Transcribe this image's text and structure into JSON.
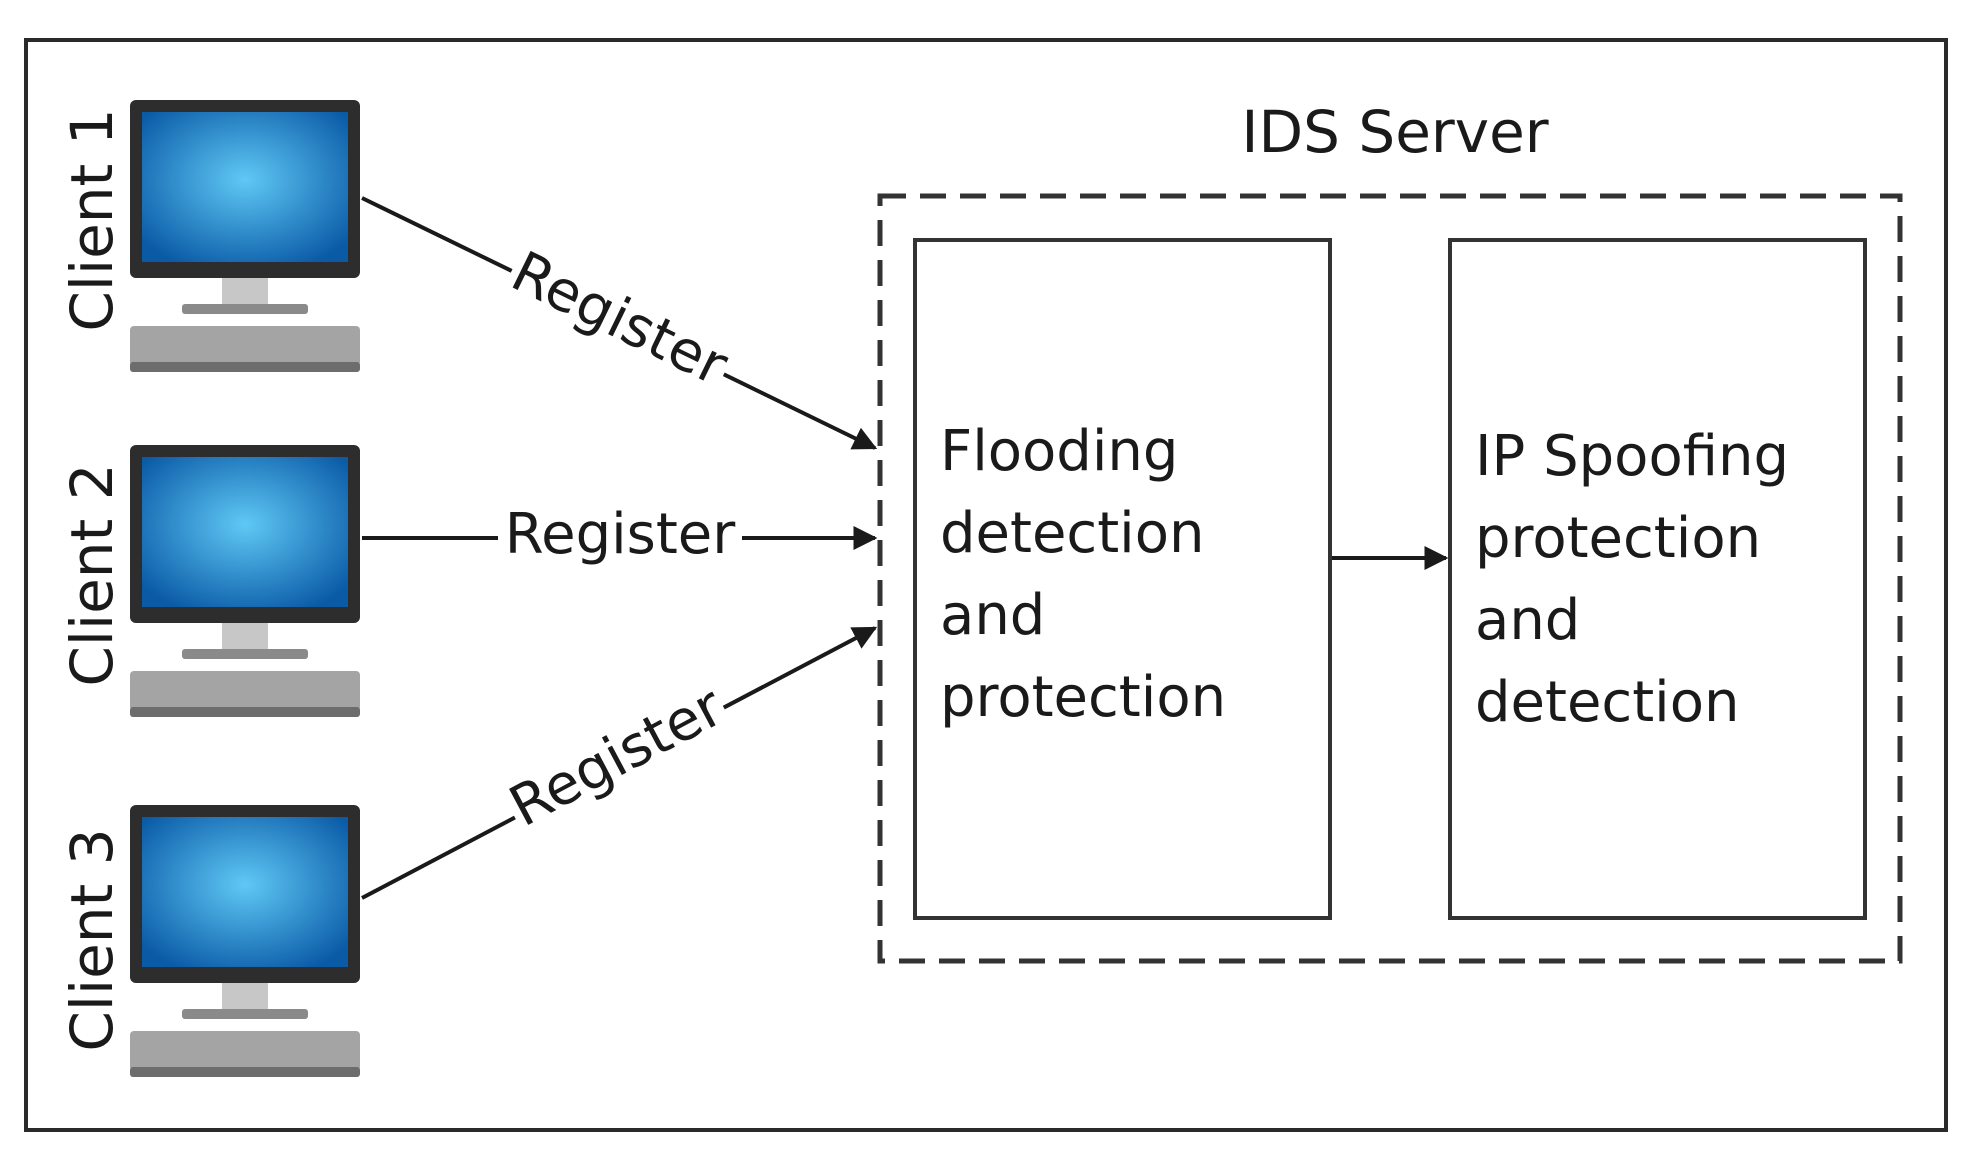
{
  "server": {
    "title": "IDS Server",
    "module_1": {
      "lines": [
        "Flooding",
        "detection",
        "and",
        "protection"
      ]
    },
    "module_2": {
      "lines": [
        "IP Spoofing",
        "protection",
        "and",
        "detection"
      ]
    }
  },
  "clients": [
    {
      "label": "Client 1",
      "connection_label": "Register"
    },
    {
      "label": "Client 2",
      "connection_label": "Register"
    },
    {
      "label": "Client 3",
      "connection_label": "Register"
    }
  ],
  "icons": {
    "client": "desktop-computer-icon"
  },
  "colors": {
    "screen_light": "#5fc8f5",
    "screen_dark": "#0a5aa6",
    "monitor_frame": "#2d2d2d",
    "keyboard": "#9a9a9a",
    "line": "#1a1a1a"
  }
}
